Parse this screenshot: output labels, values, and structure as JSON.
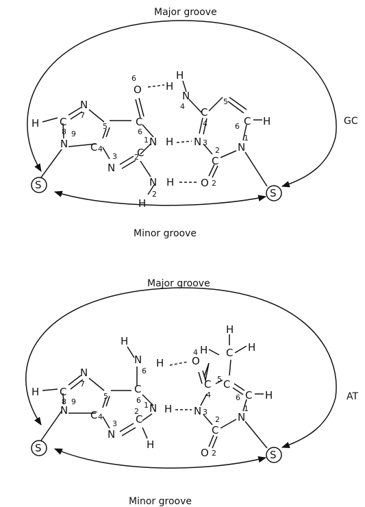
{
  "pairs": [
    {
      "id": "gc",
      "name": "GC",
      "major_groove": "Major groove",
      "minor_groove": "Minor groove",
      "sugar_label": "S",
      "atoms": {
        "H": "H",
        "C": "C",
        "N": "N",
        "O": "O"
      },
      "numbers": [
        "1",
        "2",
        "3",
        "4",
        "5",
        "6",
        "7",
        "8",
        "9"
      ]
    },
    {
      "id": "at",
      "name": "AT",
      "major_groove": "Major groove",
      "minor_groove": "Minor groove",
      "sugar_label": "S",
      "atoms": {
        "H": "H",
        "C": "C",
        "N": "N",
        "O": "O"
      },
      "numbers": [
        "1",
        "2",
        "3",
        "4",
        "5",
        "6",
        "7",
        "8",
        "9"
      ]
    }
  ]
}
